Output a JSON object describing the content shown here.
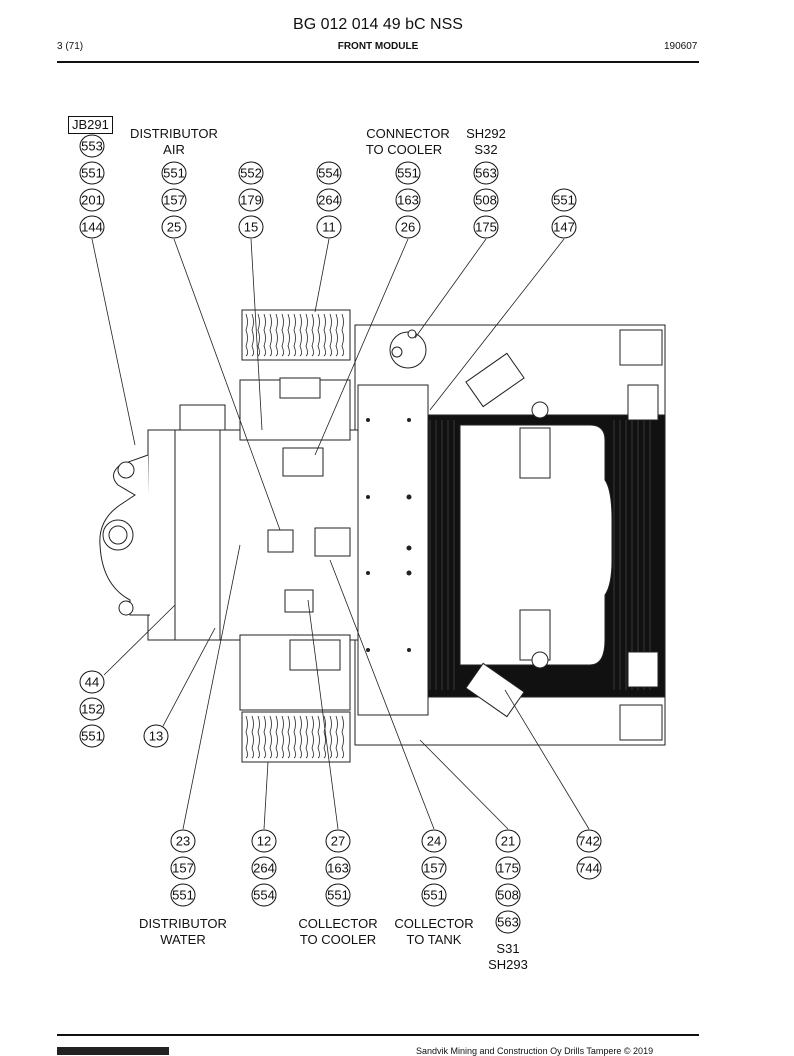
{
  "header": {
    "title": "BG 012 014 49 bC NSS",
    "page": "3 (71)",
    "section": "FRONT MODULE",
    "code": "190607"
  },
  "labels": {
    "jb": "JB291",
    "distributor_air_1": "DISTRIBUTOR",
    "distributor_air_2": "AIR",
    "connector_cooler_1": "CONNECTOR",
    "connector_cooler_2": "TO COOLER",
    "sh292": "SH292",
    "s32": "S32",
    "distributor_water_1": "DISTRIBUTOR",
    "distributor_water_2": "WATER",
    "collector_cooler_1": "COLLECTOR",
    "collector_cooler_2": "TO COOLER",
    "collector_tank_1": "COLLECTOR",
    "collector_tank_2": "TO TANK",
    "s31": "S31",
    "sh293": "SH293"
  },
  "callouts": {
    "top": [
      [
        "553",
        "551",
        "201",
        "144"
      ],
      [
        "551",
        "157",
        "25"
      ],
      [
        "552",
        "179",
        "15"
      ],
      [
        "554",
        "264",
        "11"
      ],
      [
        "551",
        "163",
        "26"
      ],
      [
        "563",
        "508",
        "175"
      ],
      [
        "551",
        "147"
      ]
    ],
    "left": [
      [
        "44",
        "152",
        "551"
      ],
      [
        "13"
      ]
    ],
    "bottom": [
      [
        "23",
        "157",
        "551"
      ],
      [
        "12",
        "264",
        "554"
      ],
      [
        "27",
        "163",
        "551"
      ],
      [
        "24",
        "157",
        "551"
      ],
      [
        "21",
        "175",
        "508",
        "563"
      ],
      [
        "742",
        "744"
      ]
    ]
  },
  "footer": {
    "text": "Sandvik Mining and Construction Oy Drills Tampere © 2019"
  }
}
